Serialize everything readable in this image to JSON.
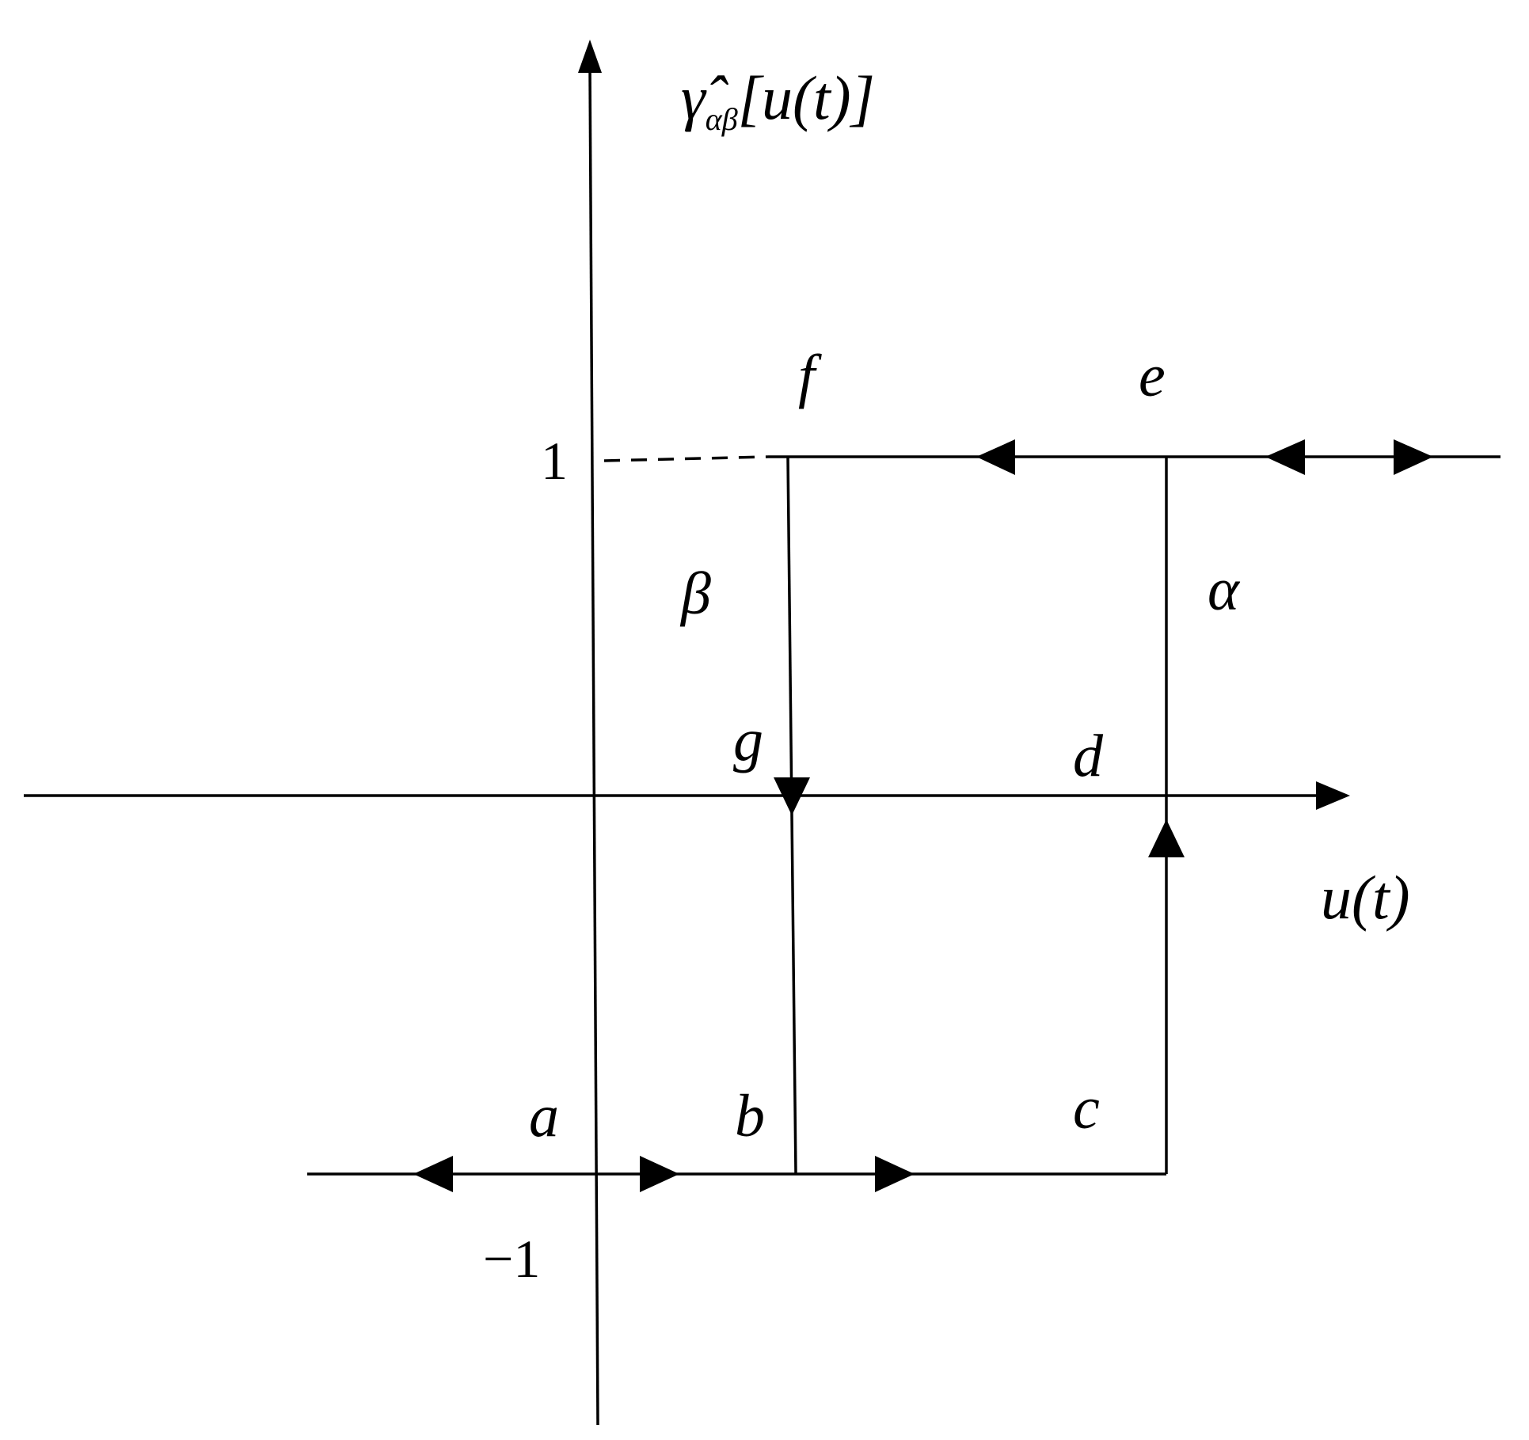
{
  "y_axis": {
    "symbol": "γ̂",
    "subscript": "αβ",
    "argument": "[u(t)]"
  },
  "x_axis": {
    "label": "u(t)"
  },
  "ticks": {
    "upper": "1",
    "lower": "−1"
  },
  "points": {
    "a": "a",
    "b": "b",
    "c": "c",
    "d": "d",
    "e": "e",
    "f": "f",
    "g": "g"
  },
  "thresholds": {
    "alpha": "α",
    "beta": "β"
  },
  "colors": {
    "ink": "#000000",
    "background": "#ffffff"
  }
}
